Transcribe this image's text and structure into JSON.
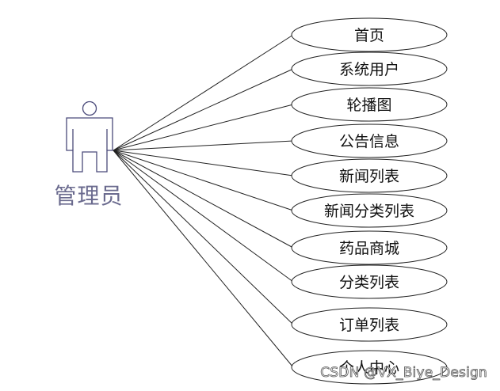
{
  "actor": {
    "label": "管理员",
    "stroke_color": "#4a4a7a",
    "label_color": "#6a6a8e"
  },
  "use_cases": [
    "首页",
    "系统用户",
    "轮播图",
    "公告信息",
    "新闻列表",
    "新闻分类列表",
    "药品商城",
    "分类列表",
    "订单列表",
    "个人中心"
  ],
  "watermark": "CSDN @VX_Biye_Design"
}
